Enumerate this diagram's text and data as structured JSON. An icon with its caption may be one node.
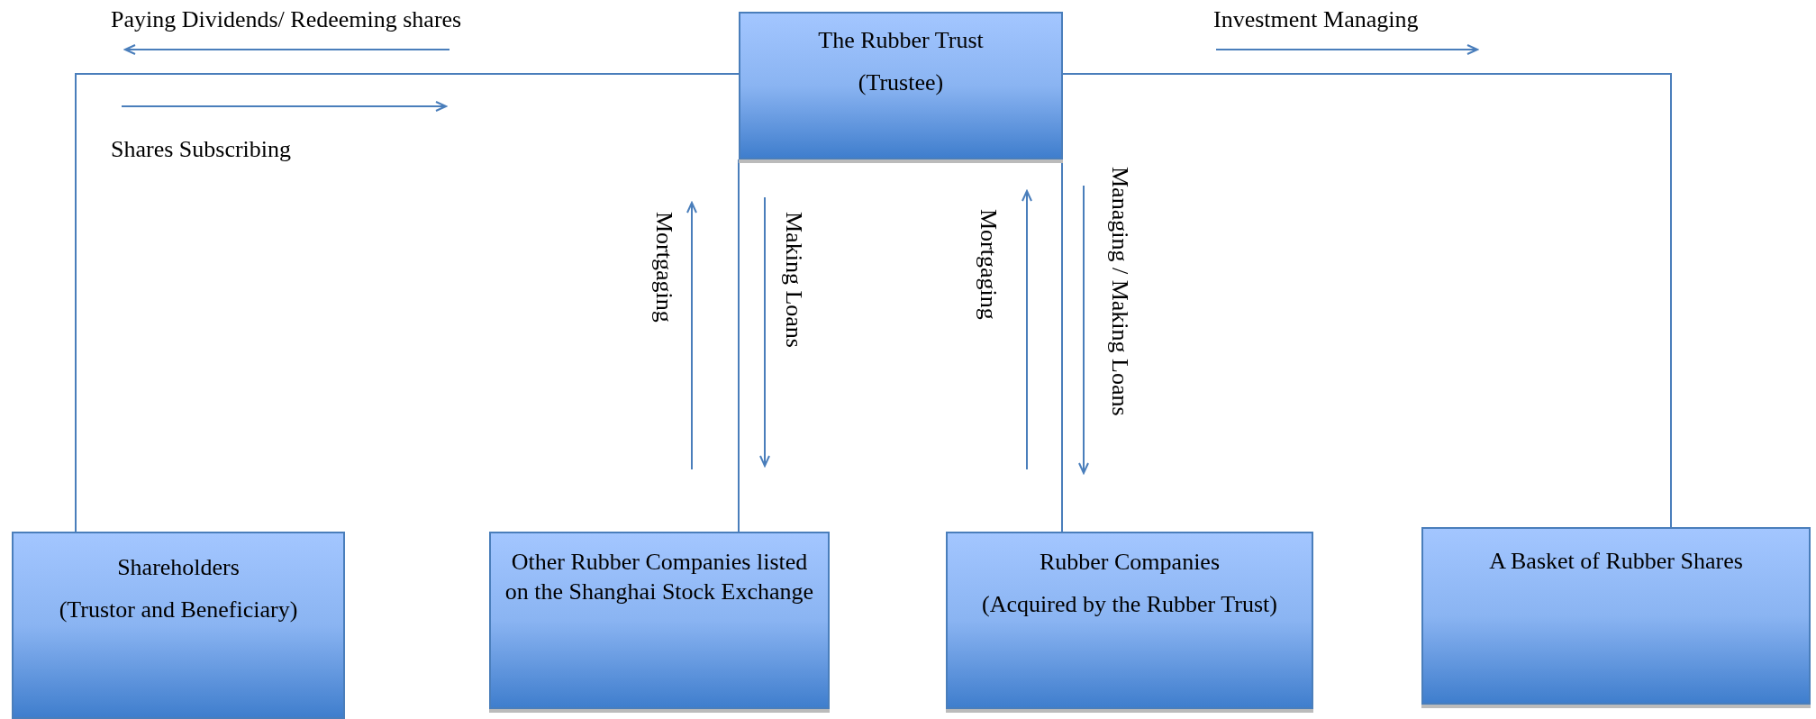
{
  "diagram": {
    "nodes": [
      {
        "text": [
          "The Rubber Trust",
          "(Trustee)"
        ]
      },
      {
        "text": [
          "Shareholders",
          "(Trustor and Beneficiary)"
        ]
      },
      {
        "text": [
          "Other Rubber Companies listed on the Shanghai Stock Exchange"
        ]
      },
      {
        "text": [
          "Rubber Companies",
          "(Acquired by the Rubber Trust)"
        ]
      },
      {
        "text": [
          "A Basket of Rubber Shares"
        ]
      }
    ],
    "edges": [
      {
        "from": 0,
        "to": 1,
        "arrow": "none"
      },
      {
        "from": 0,
        "to": 2,
        "arrow": "none"
      },
      {
        "from": 0,
        "to": 3,
        "arrow": "none"
      },
      {
        "from": 0,
        "to": 4,
        "arrow": "none"
      }
    ],
    "labels": [
      "Paying Dividends/ Redeeming shares",
      "Investment Managing",
      "Shares Subscribing",
      "Mortgaging",
      "Making Loans",
      "Mortgaging",
      "Managing / Making Loans"
    ]
  }
}
